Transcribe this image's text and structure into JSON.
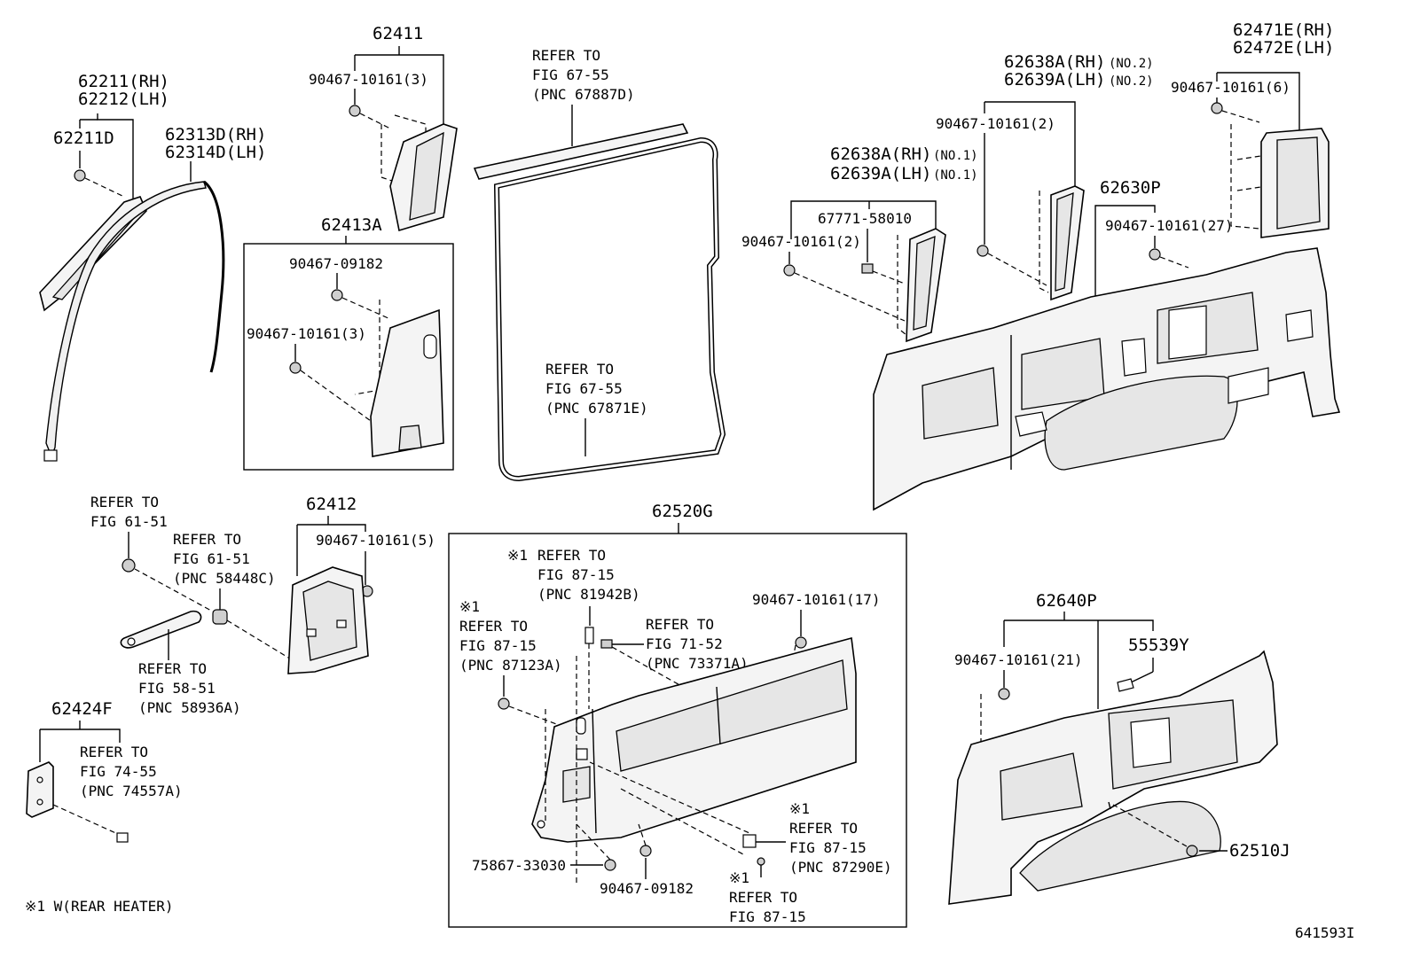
{
  "labels": {
    "l62211": "62211(RH)",
    "l62212": "62212(LH)",
    "l62211d": "62211D",
    "l62313d": "62313D(RH)",
    "l62314d": "62314D(LH)",
    "l62411": "62411",
    "l62411_clip": "90467-10161(3)",
    "l62413a": "62413A",
    "l62413a_c1": "90467-09182",
    "l62413a_c2": "90467-10161(3)",
    "ref67887_1": "REFER TO",
    "ref67887_2": "FIG 67-55",
    "ref67887_3": "(PNC 67887D)",
    "ref67871_1": "REFER TO",
    "ref67871_2": "FIG 67-55",
    "ref67871_3": "(PNC 67871E)",
    "l62638a2": "62638A(RH)",
    "l62638a2_no": "(NO.2)",
    "l62639a2": "62639A(LH)",
    "l62639a2_no": "(NO.2)",
    "l62638a2_clip": "90467-10161(2)",
    "l62638a1": "62638A(RH)",
    "l62638a1_no": "(NO.1)",
    "l62639a1": "62639A(LH)",
    "l62639a1_no": "(NO.1)",
    "l67771": "67771-58010",
    "l62638a1_clip": "90467-10161(2)",
    "l62630p": "62630P",
    "l62630p_clip": "90467-10161(27)",
    "l62471e": "62471E(RH)",
    "l62472e": "62472E(LH)",
    "l62471e_clip": "90467-10161(6)",
    "ref6151a_1": "REFER TO",
    "ref6151a_2": "FIG 61-51",
    "ref6151b_1": "REFER TO",
    "ref6151b_2": "FIG 61-51",
    "ref6151b_3": "(PNC 58448C)",
    "ref5851_1": "REFER TO",
    "ref5851_2": "FIG 58-51",
    "ref5851_3": "(PNC 58936A)",
    "l62412": "62412",
    "l62412_clip": "90467-10161(5)",
    "l62424f": "62424F",
    "ref7455_1": "REFER TO",
    "ref7455_2": "FIG 74-55",
    "ref7455_3": "(PNC 74557A)",
    "l62520g": "62520G",
    "ref81942_mark": "※1",
    "ref81942_1": "REFER TO",
    "ref81942_2": "FIG 87-15",
    "ref81942_3": "(PNC 81942B)",
    "ref87123_mark": "※1",
    "ref87123_1": "REFER TO",
    "ref87123_2": "FIG 87-15",
    "ref87123_3": "(PNC 87123A)",
    "ref73371_1": "REFER TO",
    "ref73371_2": "FIG 71-52",
    "ref73371_3": "(PNC 73371A)",
    "l62520g_clip": "90467-10161(17)",
    "ref87290_mark": "※1",
    "ref87290_1": "REFER TO",
    "ref87290_2": "FIG 87-15",
    "ref87290_3": "(PNC 87290E)",
    "ref8715_mark": "※1",
    "ref8715_1": "REFER TO",
    "ref8715_2": "FIG 87-15",
    "l75867": "75867-33030",
    "l90467_09182": "90467-09182",
    "l62640p": "62640P",
    "l62640p_clip": "90467-10161(21)",
    "l55539y": "55539Y",
    "l62510j": "62510J",
    "footnote": "※1 W(REAR HEATER)",
    "figid": "641593I"
  }
}
